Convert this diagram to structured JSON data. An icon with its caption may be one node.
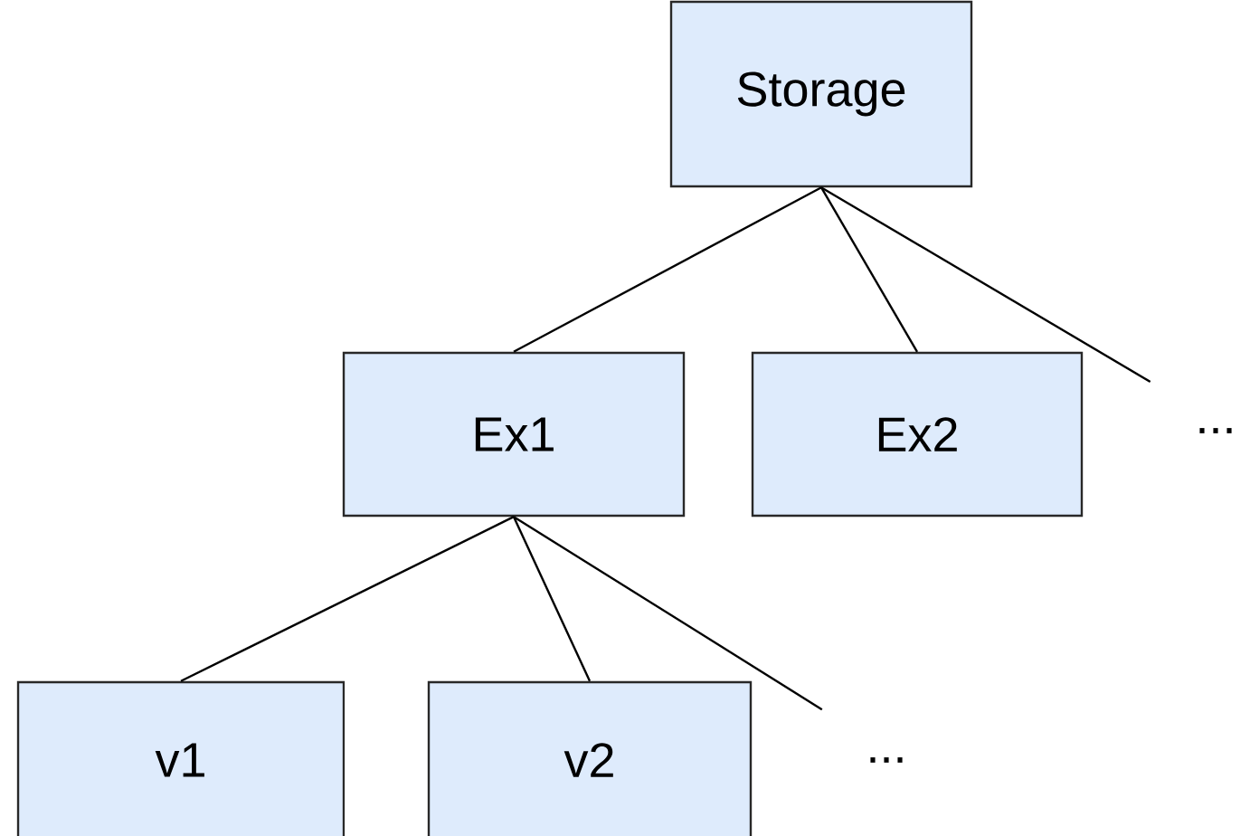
{
  "diagram": {
    "nodes": [
      {
        "text": [
          "Storage"
        ]
      },
      {
        "text": [
          "Ex1"
        ]
      },
      {
        "text": [
          "Ex2"
        ]
      },
      {
        "text": [
          "..."
        ]
      },
      {
        "text": [
          "v1"
        ]
      },
      {
        "text": [
          "v2"
        ]
      },
      {
        "text": [
          "..."
        ]
      }
    ],
    "edges": [
      {
        "from": 0,
        "to": 1,
        "arrow": "none"
      },
      {
        "from": 0,
        "to": 2,
        "arrow": "none"
      },
      {
        "from": 0,
        "to": 3,
        "arrow": "none"
      },
      {
        "from": 1,
        "to": 4,
        "arrow": "none"
      },
      {
        "from": 1,
        "to": 5,
        "arrow": "none"
      },
      {
        "from": 1,
        "to": 6,
        "arrow": "none"
      }
    ]
  }
}
